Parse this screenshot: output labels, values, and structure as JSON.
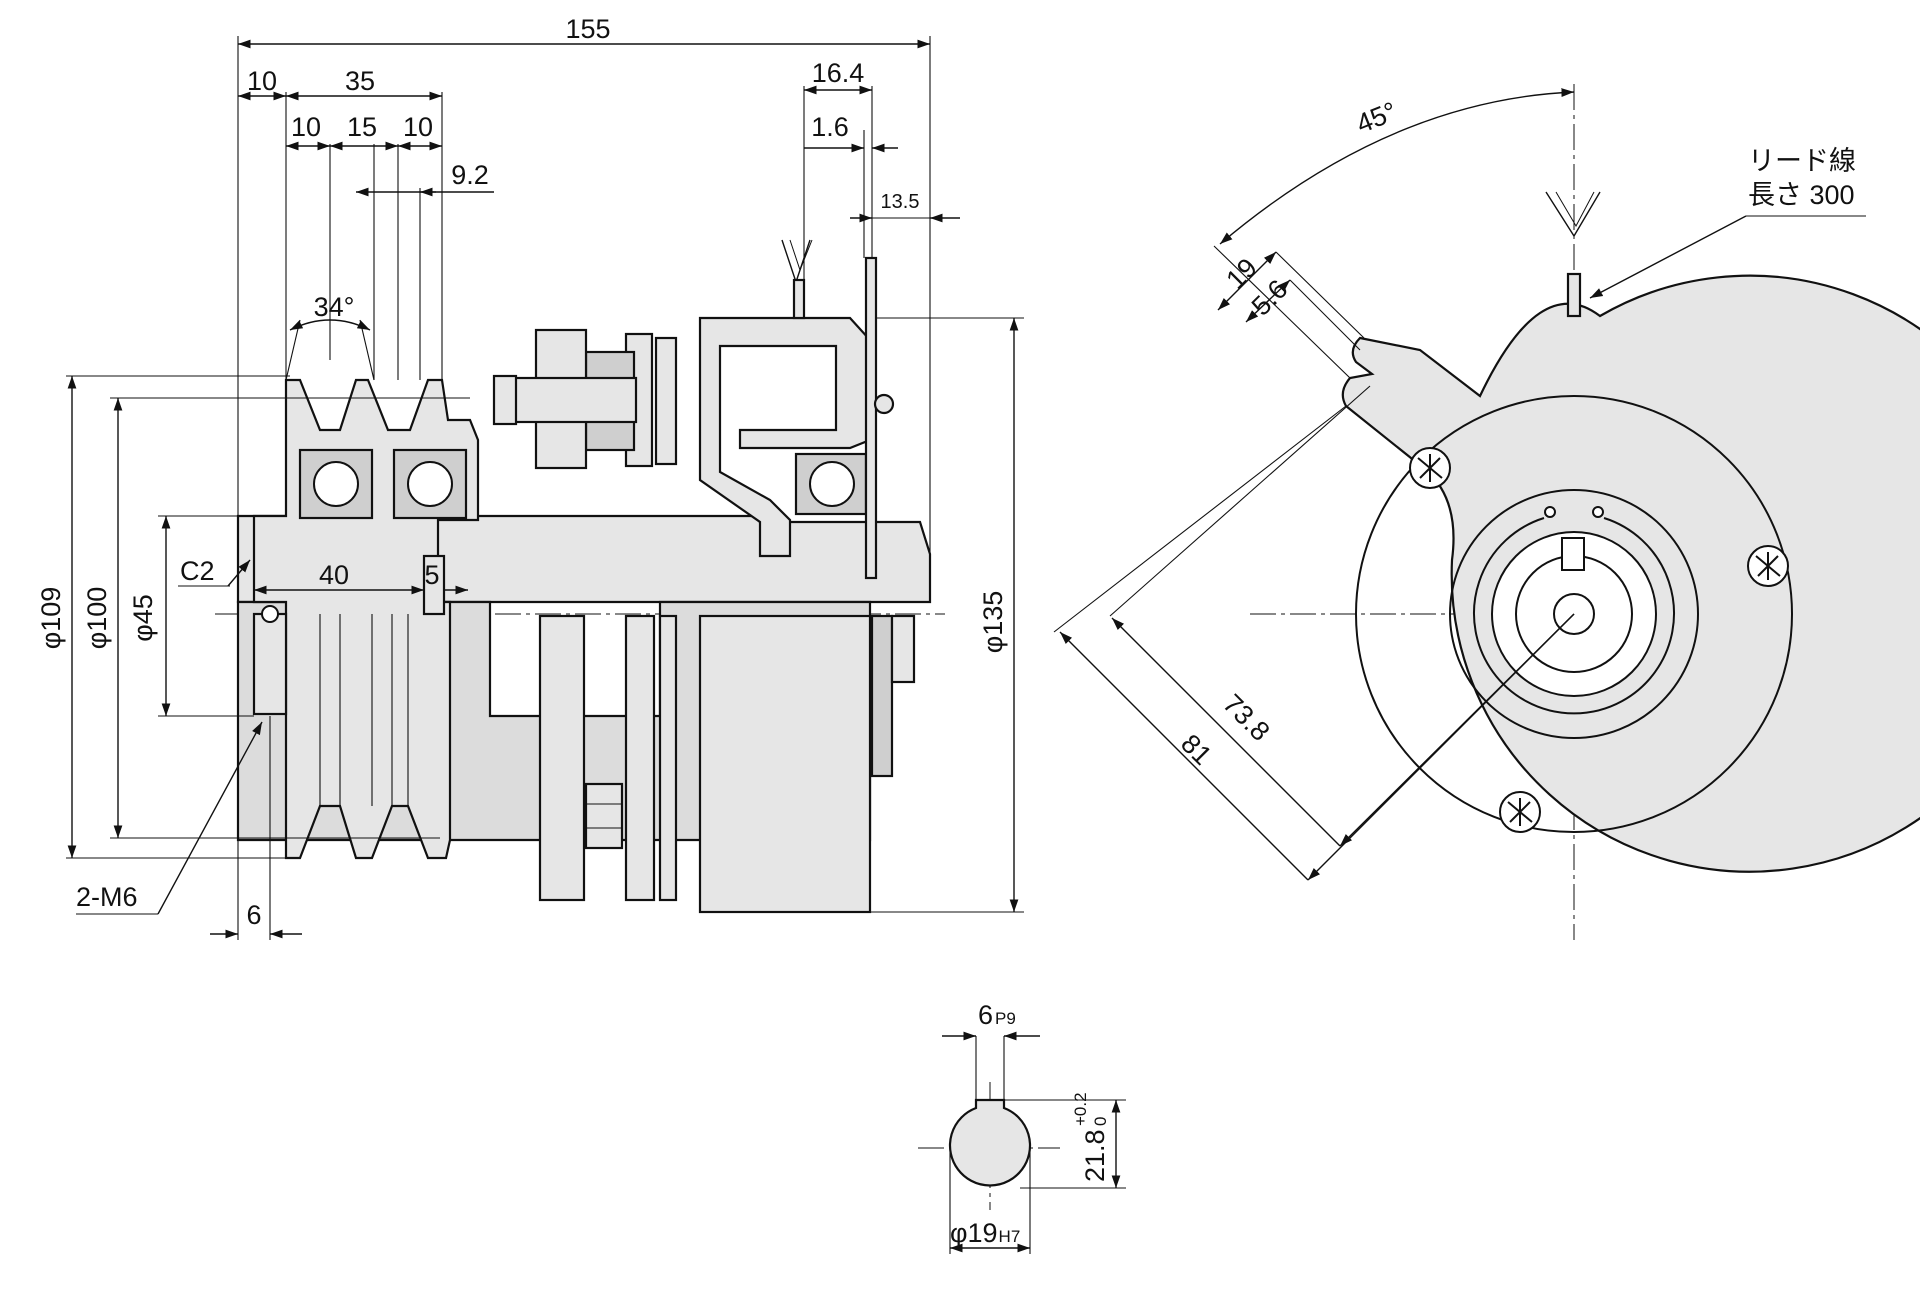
{
  "side_view": {
    "dims": {
      "overall": "155",
      "d10_left": "10",
      "d35": "35",
      "d10_a": "10",
      "d15": "15",
      "d10_b": "10",
      "d9_2": "9.2",
      "d16_4": "16.4",
      "d1_6": "1.6",
      "d13_5": "13.5",
      "angle34": "34°",
      "d40": "40",
      "d5": "5",
      "d6": "6",
      "phi109": "φ109",
      "phi100": "φ100",
      "phi45": "φ45",
      "phi135": "φ135"
    },
    "labels": {
      "chamfer": "C2",
      "tap": "2-M6"
    }
  },
  "front_view": {
    "dims": {
      "angle45": "45°",
      "d19": "19",
      "d5_6": "5.6",
      "d73_8": "73.8",
      "d81": "81"
    },
    "lead_note": {
      "line1": "リード線",
      "line2": "長さ 300"
    }
  },
  "keyway_view": {
    "width_main": "6",
    "width_tol": "P9",
    "depth_main": "21.8",
    "depth_tol_upper": "+0.2",
    "depth_tol_lower": "0",
    "bore_main": "φ19",
    "bore_tol": "H7"
  }
}
